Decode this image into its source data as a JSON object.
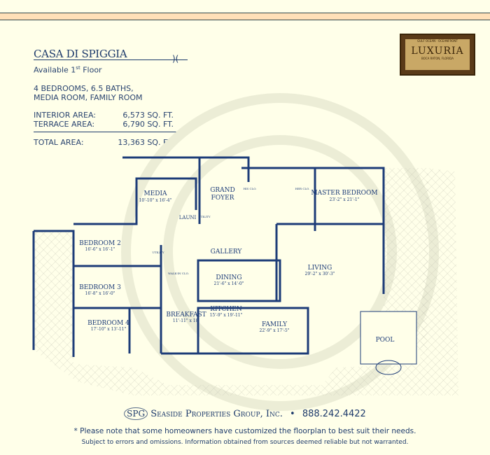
{
  "property": {
    "name": "CASA DI SPIGGIA",
    "availability_prefix": "Available 1",
    "availability_sup": "st",
    "availability_suffix": " Floor",
    "rooms_line1": "4 BEDROOMS, 6.5 BATHS,",
    "rooms_line2": "MEDIA ROOM, FAMILY ROOM"
  },
  "areas": {
    "interior_label": "INTERIOR AREA:",
    "interior_value": "6,573 SQ. FT.",
    "terrace_label": "TERRACE AREA:",
    "terrace_value": "6,790 SQ. FT.",
    "total_label": "TOTAL AREA:",
    "total_value": "13,363 SQ. FT."
  },
  "logo": {
    "top": "GULF OCEAN · OCEANFRONT",
    "name": "LUXURIA",
    "location": "BOCA RATON, FLORIDA"
  },
  "plan": {
    "media": {
      "name": "MEDIA",
      "dim": "10'-10\" x 16'-4\""
    },
    "grand_foyer_1": "GRAND",
    "grand_foyer_2": "FOYER",
    "laundry": "LAUNI",
    "utility": "UTILITY",
    "utility2": "UTILITY",
    "his_clo": "HIS CLO.",
    "her_clo": "HER CLO.",
    "master": {
      "name": "MASTER BEDROOM",
      "dim": "23'-2\" x 21'-1\""
    },
    "bedroom2": {
      "name": "BEDROOM 2",
      "dim": "16'-6\" x 16'-1\""
    },
    "gallery": "GALLERY",
    "bedroom3": {
      "name": "BEDROOM 3",
      "dim": "16'-8\" x 16'-0\""
    },
    "walkin": "WALK-IN CLO.",
    "dining": {
      "name": "DINING",
      "dim": "21'-6\" x 14'-0\""
    },
    "living": {
      "name": "LIVING",
      "dim": "29'-2\" x 30'-3\""
    },
    "bedroom4": {
      "name": "BEDROOM 4",
      "dim": "17'-10\" x 13'-11\""
    },
    "breakfast": {
      "name": "BREAKFAST",
      "dim": "11'-11\" x 18'"
    },
    "kitchen": {
      "name": "KITCHEN",
      "dim": "15'-9\" x 19'-11\""
    },
    "family": {
      "name": "FAMILY",
      "dim": "22'-9\" x 17'-5\""
    },
    "pool": "POOL"
  },
  "footer": {
    "spg_mark": "SPG",
    "company": "Seaside Properties Group, Inc.",
    "bullet": "•",
    "phone": "888.242.4422",
    "note": "* Please note that some homeowners have customized the floorplan to best suit their needs.",
    "disclaimer": "Subject to errors and omissions. Information obtained from sources deemed reliable but not warranted."
  },
  "colors": {
    "background": "#FFFFE9",
    "navy": "#1d3c78",
    "band": "#FFE0B8"
  }
}
